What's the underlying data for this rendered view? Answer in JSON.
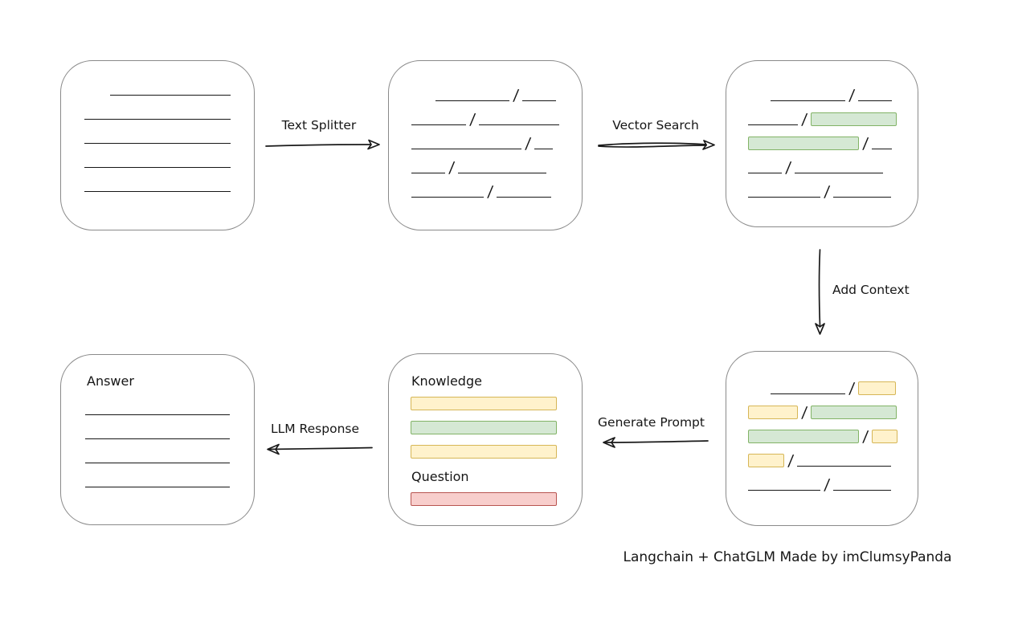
{
  "caption": "Langchain + ChatGLM Made by imClumsyPanda",
  "slash_char": "/",
  "colors": {
    "stroke": "#1a1a1a",
    "box_border": "#8a8a8a",
    "green_fill": "#d5e8d4",
    "green_border": "#82b366",
    "yellow_fill": "#fff2cc",
    "yellow_border": "#d6b656",
    "red_fill": "#f8cecc",
    "red_border": "#b85450"
  },
  "labels": {
    "text_splitter": "Text Splitter",
    "vector_search": "Vector Search",
    "add_context": "Add Context",
    "generate_prompt": "Generate Prompt",
    "llm_response": "LLM Response",
    "knowledge": "Knowledge",
    "question": "Question",
    "answer": "Answer"
  },
  "boxes": {
    "document": {
      "rows": [
        [
          {
            "t": "line",
            "w": 150,
            "ml": 32
          }
        ],
        [
          {
            "t": "line",
            "w": 182
          }
        ],
        [
          {
            "t": "line",
            "w": 182
          }
        ],
        [
          {
            "t": "line",
            "w": 182
          }
        ],
        [
          {
            "t": "line",
            "w": 182
          }
        ]
      ]
    },
    "chunks": {
      "rows": [
        [
          {
            "t": "line",
            "w": 92,
            "ml": 30
          },
          {
            "t": "line",
            "w": 42
          }
        ],
        [
          {
            "t": "line",
            "w": 68
          },
          {
            "t": "line",
            "w": 100
          }
        ],
        [
          {
            "t": "line",
            "w": 137
          },
          {
            "t": "line",
            "w": 23
          }
        ],
        [
          {
            "t": "line",
            "w": 42
          },
          {
            "t": "line",
            "w": 110
          }
        ],
        [
          {
            "t": "line",
            "w": 90
          },
          {
            "t": "line",
            "w": 68
          }
        ]
      ]
    },
    "matched_chunks": {
      "rows": [
        [
          {
            "t": "line",
            "w": 93,
            "ml": 28
          },
          {
            "t": "line",
            "w": 42
          }
        ],
        [
          {
            "t": "line",
            "w": 62
          },
          {
            "t": "green",
            "w": 107
          }
        ],
        [
          {
            "t": "green",
            "w": 138
          },
          {
            "t": "line",
            "w": 25
          }
        ],
        [
          {
            "t": "line",
            "w": 42
          },
          {
            "t": "line",
            "w": 110
          }
        ],
        [
          {
            "t": "line",
            "w": 90
          },
          {
            "t": "line",
            "w": 72
          }
        ]
      ]
    },
    "context_chunks": {
      "rows": [
        [
          {
            "t": "line",
            "w": 93,
            "ml": 28
          },
          {
            "t": "yellow",
            "w": 47
          }
        ],
        [
          {
            "t": "yellow",
            "w": 62
          },
          {
            "t": "green",
            "w": 107
          }
        ],
        [
          {
            "t": "green",
            "w": 138
          },
          {
            "t": "yellow",
            "w": 32
          }
        ],
        [
          {
            "t": "yellow",
            "w": 45
          },
          {
            "t": "line",
            "w": 117
          }
        ],
        [
          {
            "t": "line",
            "w": 90
          },
          {
            "t": "line",
            "w": 72
          }
        ]
      ]
    },
    "prompt": {
      "knowledge_rows": [
        [
          {
            "t": "yellow",
            "w": 182
          }
        ],
        [
          {
            "t": "green",
            "w": 182
          }
        ],
        [
          {
            "t": "yellow",
            "w": 182
          }
        ]
      ],
      "question_rows": [
        [
          {
            "t": "red",
            "w": 182
          }
        ]
      ]
    },
    "answer": {
      "rows": [
        [
          {
            "t": "line",
            "w": 180
          }
        ],
        [
          {
            "t": "line",
            "w": 180
          }
        ],
        [
          {
            "t": "line",
            "w": 180
          }
        ],
        [
          {
            "t": "line",
            "w": 180
          }
        ]
      ]
    }
  }
}
